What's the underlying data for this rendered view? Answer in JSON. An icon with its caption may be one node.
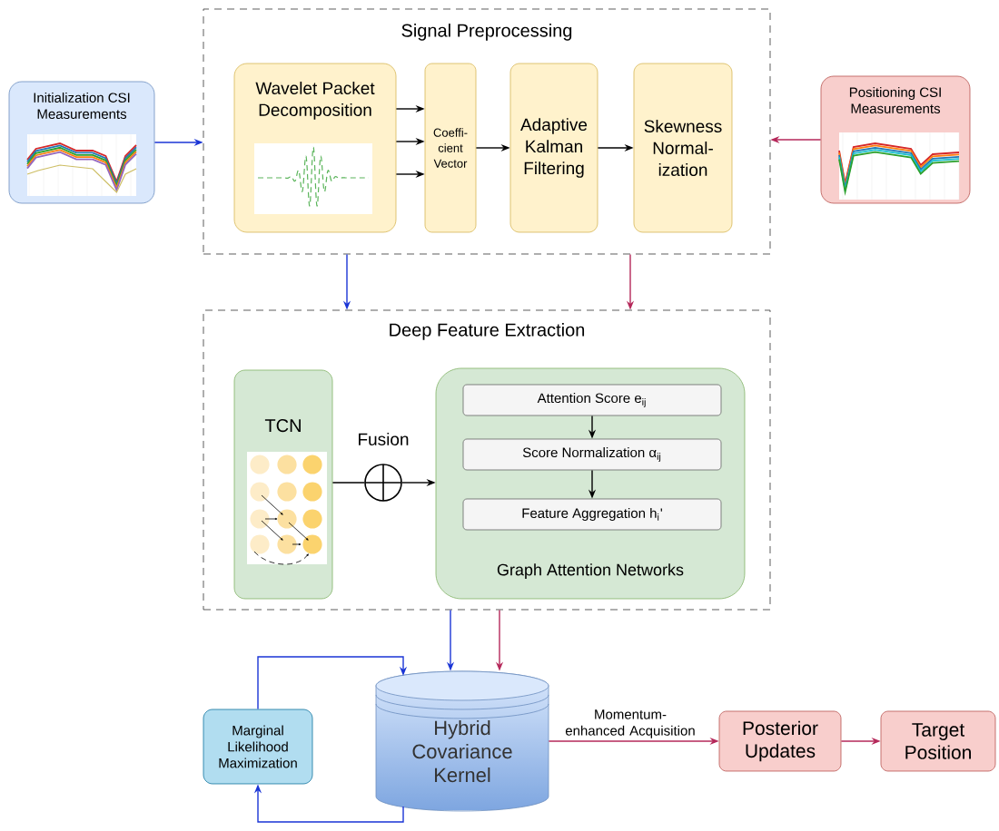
{
  "diagram": {
    "nodes": [
      {
        "text": [
          "Initialization CSI Measurements"
        ]
      },
      {
        "text": [
          "Signal Preprocessing"
        ]
      },
      {
        "text": [
          "Wavelet Packet Decomposition"
        ],
        "in": 1
      },
      {
        "text": [
          "Coeffi- cient Vector"
        ],
        "in": 1
      },
      {
        "text": [
          "Adaptive Kalman Filtering"
        ],
        "in": 1
      },
      {
        "text": [
          "Skewness Normal- ization"
        ],
        "in": 1
      },
      {
        "text": [
          "Positioning CSI Measurements"
        ]
      },
      {
        "text": [
          "Deep Feature Extraction"
        ]
      },
      {
        "text": [
          "TCN"
        ],
        "in": 7
      },
      {
        "text": [],
        "shape": "circle",
        "beside": [
          "Fusion"
        ],
        "in": 7
      },
      {
        "text": [
          "Graph Attention Networks"
        ],
        "in": 7
      },
      {
        "text": [
          "Attention Score e$_{ij}$"
        ],
        "in": 10
      },
      {
        "text": [
          "Score Normalization α$_{ij}$"
        ],
        "in": 10
      },
      {
        "text": [
          "Feature Aggregation h$_{i}$'"
        ],
        "in": 10
      },
      {
        "text": [
          "Marginal Likelihood Maximization"
        ]
      },
      {
        "text": [
          "Hybrid Covariance Kernel"
        ]
      },
      {
        "text": [
          "Posterior Updates"
        ]
      },
      {
        "text": [
          "Target Position"
        ]
      }
    ],
    "edges": [
      {
        "from": 0,
        "to": 1,
        "arrow": "to",
        "color": "#1a35d6"
      },
      {
        "from": 6,
        "to": 1,
        "arrow": "to",
        "color": "#b5285a"
      },
      {
        "from": 2,
        "to": 3,
        "arrow": "to"
      },
      {
        "from": 2,
        "to": 3,
        "arrow": "to"
      },
      {
        "from": 2,
        "to": 3,
        "arrow": "to"
      },
      {
        "from": 3,
        "to": 4,
        "arrow": "to"
      },
      {
        "from": 4,
        "to": 5,
        "arrow": "to"
      },
      {
        "from": 1,
        "to": 7,
        "arrow": "to",
        "color": "#1a35d6"
      },
      {
        "from": 1,
        "to": 7,
        "arrow": "to",
        "color": "#b5285a"
      },
      {
        "from": 8,
        "to": 9,
        "arrow": "none"
      },
      {
        "from": 9,
        "to": 10,
        "arrow": "to"
      },
      {
        "from": 11,
        "to": 12,
        "arrow": "to"
      },
      {
        "from": 12,
        "to": 13,
        "arrow": "to"
      },
      {
        "from": 7,
        "to": 15,
        "arrow": "to",
        "color": "#1a35d6"
      },
      {
        "from": 7,
        "to": 15,
        "arrow": "to",
        "color": "#b5285a"
      },
      {
        "from": 14,
        "to": 15,
        "arrow": "to",
        "color": "#1a35d6"
      },
      {
        "from": 15,
        "to": 14,
        "arrow": "to",
        "color": "#1a35d6"
      },
      {
        "from": 15,
        "to": 16,
        "arrow": "to",
        "label": "Momentum-enhanced Acquisition",
        "color": "#b5285a"
      },
      {
        "from": 16,
        "to": 17,
        "arrow": "to",
        "color": "#b5285a"
      }
    ]
  }
}
